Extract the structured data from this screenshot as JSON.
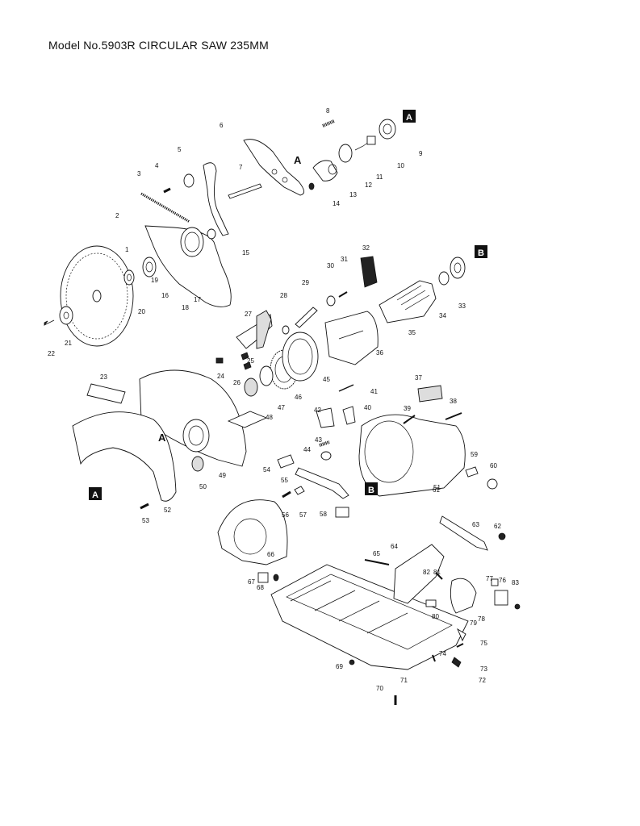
{
  "title": "Model No.5903R CIRCULAR SAW 235MM",
  "parts": [
    "1",
    "2",
    "3",
    "4",
    "5",
    "6",
    "7",
    "8",
    "9",
    "10",
    "11",
    "12",
    "13",
    "14",
    "15",
    "16",
    "17",
    "18",
    "19",
    "20",
    "21",
    "22",
    "23",
    "24",
    "25",
    "26",
    "27",
    "28",
    "29",
    "30",
    "31",
    "32",
    "33",
    "34",
    "35",
    "36",
    "37",
    "38",
    "39",
    "40",
    "41",
    "42",
    "43",
    "44",
    "45",
    "46",
    "47",
    "48",
    "49",
    "50",
    "51",
    "52",
    "53",
    "54",
    "55",
    "56",
    "57",
    "58",
    "59",
    "60",
    "61",
    "62",
    "63",
    "64",
    "65",
    "66",
    "67",
    "68",
    "69",
    "70",
    "71",
    "72",
    "73",
    "74",
    "75",
    "76",
    "77",
    "78",
    "79",
    "80",
    "81",
    "82",
    "83"
  ],
  "refs": [
    "A",
    "B"
  ]
}
